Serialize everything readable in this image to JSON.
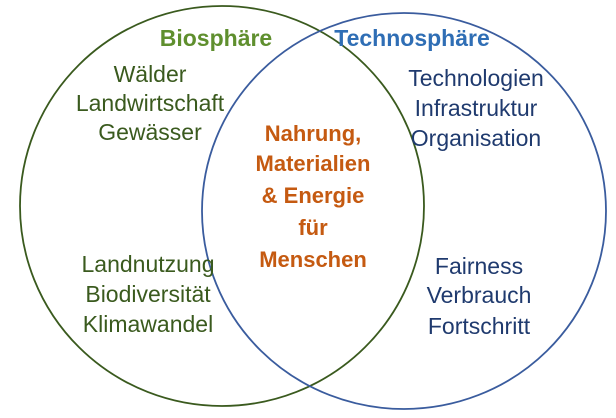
{
  "colors": {
    "biosphere": "#3a5a1e",
    "biosphere_title": "#5f8f2e",
    "technosphere": "#1f3a6e",
    "technosphere_title": "#2f6eb5",
    "technosphere_outline": "#3a5c9e",
    "overlap": "#c55a11"
  },
  "biosphere": {
    "title": "Biosphäre",
    "top_items": [
      "Wälder",
      "Landwirtschaft",
      "Gewässer"
    ],
    "bottom_items": [
      "Landnutzung",
      "Biodiversität",
      "Klimawandel"
    ]
  },
  "technosphere": {
    "title": "Technosphäre",
    "top_items": [
      "Technologien",
      "Infrastruktur",
      "Organisation"
    ],
    "bottom_items": [
      "Fairness",
      "Verbrauch",
      "Fortschritt"
    ]
  },
  "overlap": {
    "lines": [
      "Nahrung,",
      "Materialien",
      "& Energie",
      "für",
      "Menschen"
    ]
  }
}
